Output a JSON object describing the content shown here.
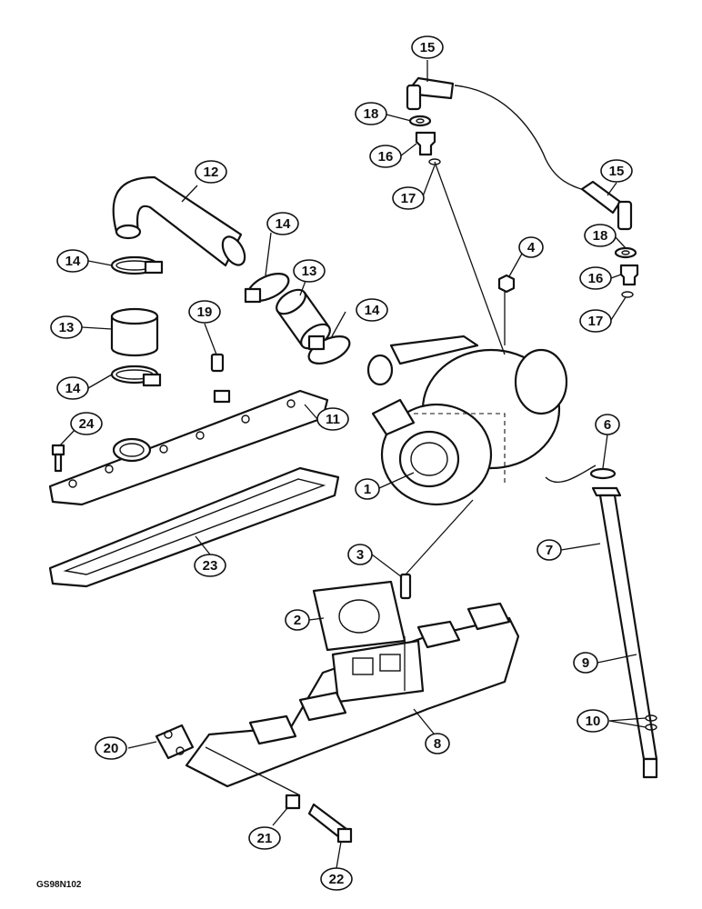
{
  "figure_code": "GS98N102",
  "callouts": [
    {
      "id": "c15a",
      "label": "15"
    },
    {
      "id": "c18a",
      "label": "18"
    },
    {
      "id": "c16a",
      "label": "16"
    },
    {
      "id": "c17a",
      "label": "17"
    },
    {
      "id": "c15b",
      "label": "15"
    },
    {
      "id": "c18b",
      "label": "18"
    },
    {
      "id": "c16b",
      "label": "16"
    },
    {
      "id": "c17b",
      "label": "17"
    },
    {
      "id": "c4",
      "label": "4"
    },
    {
      "id": "c12",
      "label": "12"
    },
    {
      "id": "c14a",
      "label": "14"
    },
    {
      "id": "c14b",
      "label": "14"
    },
    {
      "id": "c13a",
      "label": "13"
    },
    {
      "id": "c13b",
      "label": "13"
    },
    {
      "id": "c19",
      "label": "19"
    },
    {
      "id": "c14c",
      "label": "14"
    },
    {
      "id": "c14d",
      "label": "14"
    },
    {
      "id": "c11",
      "label": "11"
    },
    {
      "id": "c24",
      "label": "24"
    },
    {
      "id": "c1",
      "label": "1"
    },
    {
      "id": "c6",
      "label": "6"
    },
    {
      "id": "c7",
      "label": "7"
    },
    {
      "id": "c23",
      "label": "23"
    },
    {
      "id": "c3",
      "label": "3"
    },
    {
      "id": "c2",
      "label": "2"
    },
    {
      "id": "c9",
      "label": "9"
    },
    {
      "id": "c10",
      "label": "10"
    },
    {
      "id": "c8",
      "label": "8"
    },
    {
      "id": "c20",
      "label": "20"
    },
    {
      "id": "c21",
      "label": "21"
    },
    {
      "id": "c22",
      "label": "22"
    }
  ]
}
